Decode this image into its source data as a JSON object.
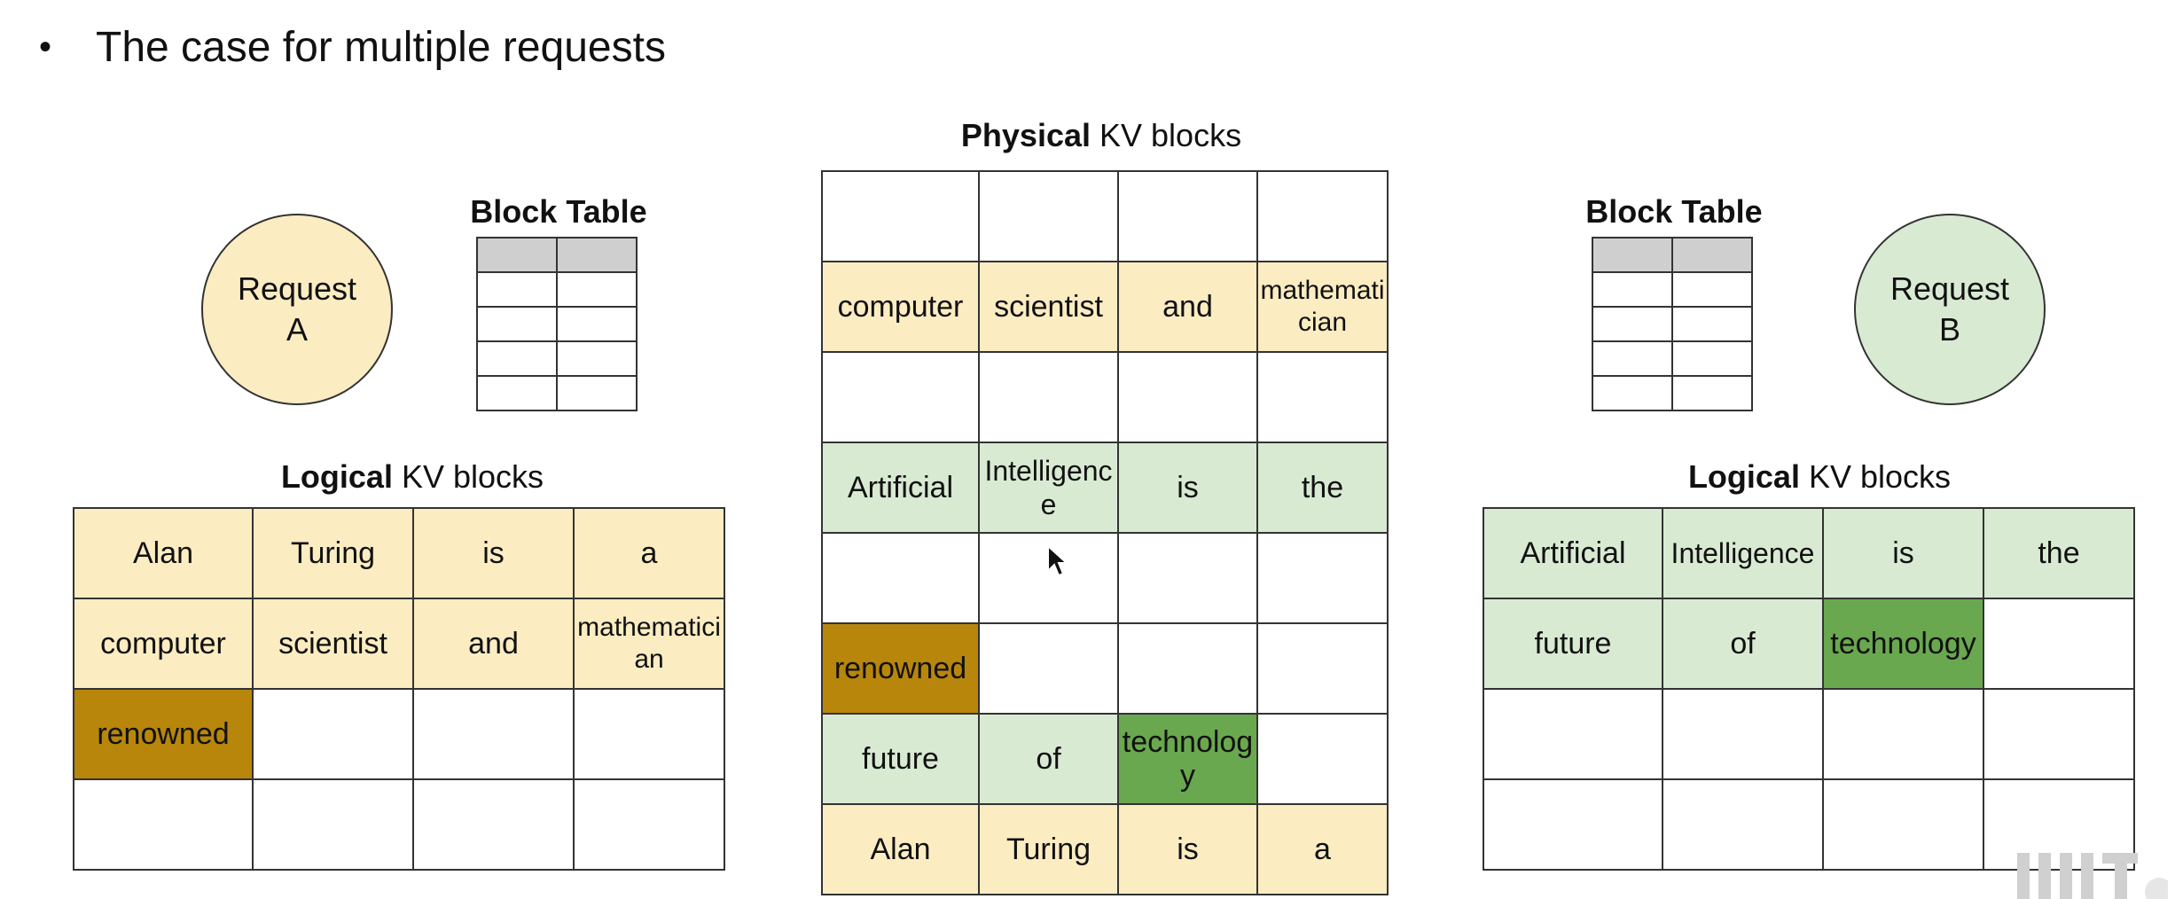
{
  "heading": {
    "bullet": "•",
    "text": "The case for multiple requests"
  },
  "request_a": {
    "line1": "Request",
    "line2": "A"
  },
  "request_b": {
    "line1": "Request",
    "line2": "B"
  },
  "block_table_a": {
    "title": "Block Table",
    "rows": 5,
    "cols": 2
  },
  "block_table_b": {
    "title": "Block Table",
    "rows": 5,
    "cols": 2
  },
  "logical_a": {
    "title_bold": "Logical",
    "title_rest": " KV blocks",
    "rows": [
      [
        {
          "t": "Alan",
          "c": "y"
        },
        {
          "t": "Turing",
          "c": "y"
        },
        {
          "t": "is",
          "c": "y"
        },
        {
          "t": "a",
          "c": "y"
        }
      ],
      [
        {
          "t": "computer",
          "c": "y"
        },
        {
          "t": "scientist",
          "c": "y"
        },
        {
          "t": "and",
          "c": "y"
        },
        {
          "t": "mathematician",
          "c": "y"
        }
      ],
      [
        {
          "t": "renowned",
          "c": "dy"
        },
        {
          "t": "",
          "c": "w"
        },
        {
          "t": "",
          "c": "w"
        },
        {
          "t": "",
          "c": "w"
        }
      ],
      [
        {
          "t": "",
          "c": "w"
        },
        {
          "t": "",
          "c": "w"
        },
        {
          "t": "",
          "c": "w"
        },
        {
          "t": "",
          "c": "w"
        }
      ]
    ]
  },
  "physical": {
    "title_bold": "Physical",
    "title_rest": " KV blocks",
    "rows": [
      [
        {
          "t": "",
          "c": "w"
        },
        {
          "t": "",
          "c": "w"
        },
        {
          "t": "",
          "c": "w"
        },
        {
          "t": "",
          "c": "w"
        }
      ],
      [
        {
          "t": "computer",
          "c": "y"
        },
        {
          "t": "scientist",
          "c": "y"
        },
        {
          "t": "and",
          "c": "y"
        },
        {
          "t": "mathematician",
          "c": "y"
        }
      ],
      [
        {
          "t": "",
          "c": "w"
        },
        {
          "t": "",
          "c": "w"
        },
        {
          "t": "",
          "c": "w"
        },
        {
          "t": "",
          "c": "w"
        }
      ],
      [
        {
          "t": "Artificial",
          "c": "g"
        },
        {
          "t": "Intelligence",
          "c": "g"
        },
        {
          "t": "is",
          "c": "g"
        },
        {
          "t": "the",
          "c": "g"
        }
      ],
      [
        {
          "t": "",
          "c": "w"
        },
        {
          "t": "",
          "c": "w"
        },
        {
          "t": "",
          "c": "w"
        },
        {
          "t": "",
          "c": "w"
        }
      ],
      [
        {
          "t": "renowned",
          "c": "dy"
        },
        {
          "t": "",
          "c": "w"
        },
        {
          "t": "",
          "c": "w"
        },
        {
          "t": "",
          "c": "w"
        }
      ],
      [
        {
          "t": "future",
          "c": "g"
        },
        {
          "t": "of",
          "c": "g"
        },
        {
          "t": "technology",
          "c": "dg"
        },
        {
          "t": "",
          "c": "w"
        }
      ],
      [
        {
          "t": "Alan",
          "c": "y"
        },
        {
          "t": "Turing",
          "c": "y"
        },
        {
          "t": "is",
          "c": "y"
        },
        {
          "t": "a",
          "c": "y"
        }
      ]
    ]
  },
  "logical_b": {
    "title_bold": "Logical",
    "title_rest": " KV blocks",
    "rows": [
      [
        {
          "t": "Artificial",
          "c": "g"
        },
        {
          "t": "Intelligence",
          "c": "g"
        },
        {
          "t": "is",
          "c": "g"
        },
        {
          "t": "the",
          "c": "g"
        }
      ],
      [
        {
          "t": "future",
          "c": "g"
        },
        {
          "t": "of",
          "c": "g"
        },
        {
          "t": "technology",
          "c": "dg"
        },
        {
          "t": "",
          "c": "w"
        }
      ],
      [
        {
          "t": "",
          "c": "w"
        },
        {
          "t": "",
          "c": "w"
        },
        {
          "t": "",
          "c": "w"
        },
        {
          "t": "",
          "c": "w"
        }
      ],
      [
        {
          "t": "",
          "c": "w"
        },
        {
          "t": "",
          "c": "w"
        },
        {
          "t": "",
          "c": "w"
        },
        {
          "t": "",
          "c": "w"
        }
      ]
    ]
  },
  "colors": {
    "light_yellow": "#fbecc2",
    "light_green": "#d9ead3",
    "dark_yellow": "#b7860b",
    "dark_green": "#6aa84f",
    "header_gray": "#cfcfcf"
  },
  "icons": {
    "cursor": "mouse-pointer-icon",
    "logo": "watermark-logo-icon"
  }
}
